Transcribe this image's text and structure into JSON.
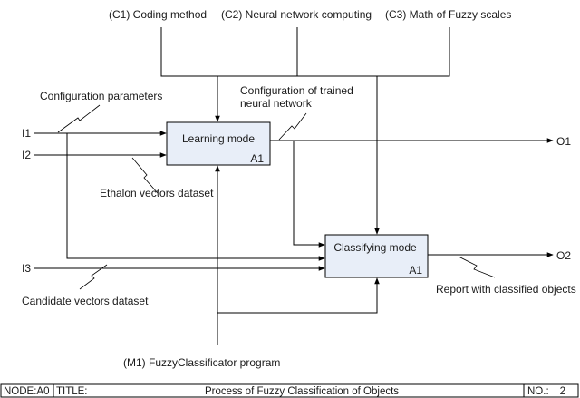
{
  "controls": {
    "c1": "(C1)  Coding method",
    "c2": "(C2)  Neural network computing",
    "c3": "(C3)  Math of Fuzzy scales"
  },
  "inputs": {
    "i1": "I1",
    "i2": "I2",
    "i3": "I3"
  },
  "outputs": {
    "o1": "O1",
    "o2": "O2"
  },
  "mechanism": "(M1) FuzzyClassificator program",
  "boxes": {
    "learning": {
      "label": "Learning mode",
      "node": "A1"
    },
    "classifying": {
      "label": "Classifying mode",
      "node": "A1"
    }
  },
  "annotations": {
    "config_params": "Configuration parameters",
    "config_trained_1": "Configuration of trained",
    "config_trained_2": "neural network",
    "ethalon": "Ethalon vectors dataset",
    "candidate": "Candidate vectors dataset",
    "report": "Report with classified objects"
  },
  "footer": {
    "node": "NODE:A0",
    "title_label": "TITLE:",
    "title": "Process of Fuzzy Classification of Objects",
    "no_label": "NO.:",
    "no_value": "2"
  },
  "colors": {
    "box_fill": "#e8eef8",
    "line": "#000000"
  }
}
